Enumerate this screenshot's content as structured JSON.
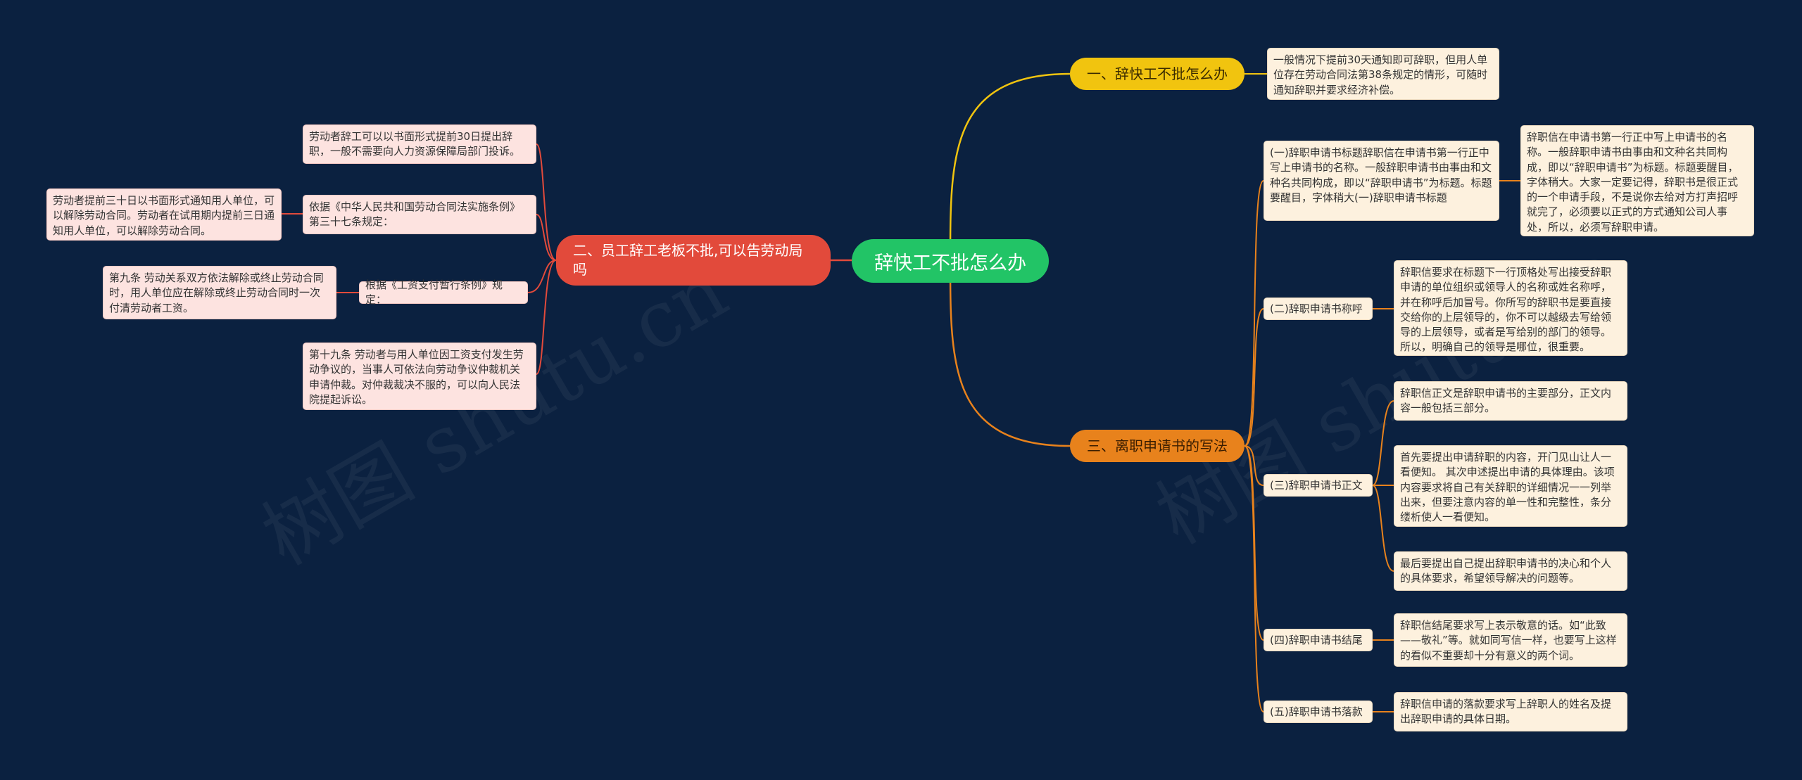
{
  "root": {
    "label": "辞快工不批怎么办"
  },
  "branches": {
    "b1": {
      "label": "一、辞快工不批怎么办",
      "note": "一般情况下提前30天通知即可辞职，但用人单位存在劳动合同法第38条规定的情形，可随时通知辞职并要求经济补偿。"
    },
    "b2": {
      "label": "二、员工辞工老板不批,可以告劳动局吗",
      "items": [
        {
          "text": "劳动者辞工可以以书面形式提前30日提出辞职，一般不需要向人力资源保障局部门投诉。"
        },
        {
          "text": "依据《中华人民共和国劳动合同法实施条例》第三十七条规定：",
          "sub": "劳动者提前三十日以书面形式通知用人单位，可以解除劳动合同。劳动者在试用期内提前三日通知用人单位，可以解除劳动合同。"
        },
        {
          "text": "根据《工资支付暂行条例》规定：",
          "sub": "第九条 劳动关系双方依法解除或终止劳动合同时，用人单位应在解除或终止劳动合同时一次付清劳动者工资。"
        },
        {
          "text": "第十九条 劳动者与用人单位因工资支付发生劳动争议的，当事人可依法向劳动争议仲裁机关申请仲裁。对仲裁裁决不服的，可以向人民法院提起诉讼。"
        }
      ]
    },
    "b3": {
      "label": "三、离职申请书的写法",
      "items": [
        {
          "label": "(一)辞职申请书标题辞职信在申请书第一行正中写上申请书的名称。一般辞职申请书由事由和文种名共同构成，即以“辞职申请书”为标题。标题要醒目，字体稍大(一)辞职申请书标题",
          "details": [
            "辞职信在申请书第一行正中写上申请书的名称。一般辞职申请书由事由和文种名共同构成，即以“辞职申请书”为标题。标题要醒目，字体稍大。大家一定要记得，辞职书是很正式的一个申请手段，不是说你去给对方打声招呼就完了，必须要以正式的方式通知公司人事处，所以，必须写辞职申请。"
          ]
        },
        {
          "label": "(二)辞职申请书称呼",
          "details": [
            "辞职信要求在标题下一行顶格处写出接受辞职申请的单位组织或领导人的名称或姓名称呼，并在称呼后加冒号。你所写的辞职书是要直接交给你的上层领导的，你不可以越级去写给领导的上层领导，或者是写给别的部门的领导。所以，明确自己的领导是哪位，很重要。"
          ]
        },
        {
          "label": "(三)辞职申请书正文",
          "details": [
            "辞职信正文是辞职申请书的主要部分，正文内容一般包括三部分。",
            "首先要提出申请辞职的内容，开门见山让人一看便知。 其次申述提出申请的具体理由。该项内容要求将自己有关辞职的详细情况一一列举出来，但要注意内容的单一性和完整性，条分缕析使人一看便知。",
            "最后要提出自己提出辞职申请书的决心和个人的具体要求，希望领导解决的问题等。"
          ]
        },
        {
          "label": "(四)辞职申请书结尾",
          "details": [
            "辞职信结尾要求写上表示敬意的话。如“此致——敬礼”等。就如同写信一样，也要写上这样的看似不重要却十分有意义的两个词。"
          ]
        },
        {
          "label": "(五)辞职申请书落款",
          "details": [
            "辞职信申请的落款要求写上辞职人的姓名及提出辞职申请的具体日期。"
          ]
        }
      ]
    }
  },
  "colors": {
    "background": "#0b2140",
    "root": "#22c466",
    "branch1": "#f1c40f",
    "branch2": "#e24a3b",
    "branch3": "#e8821c"
  }
}
